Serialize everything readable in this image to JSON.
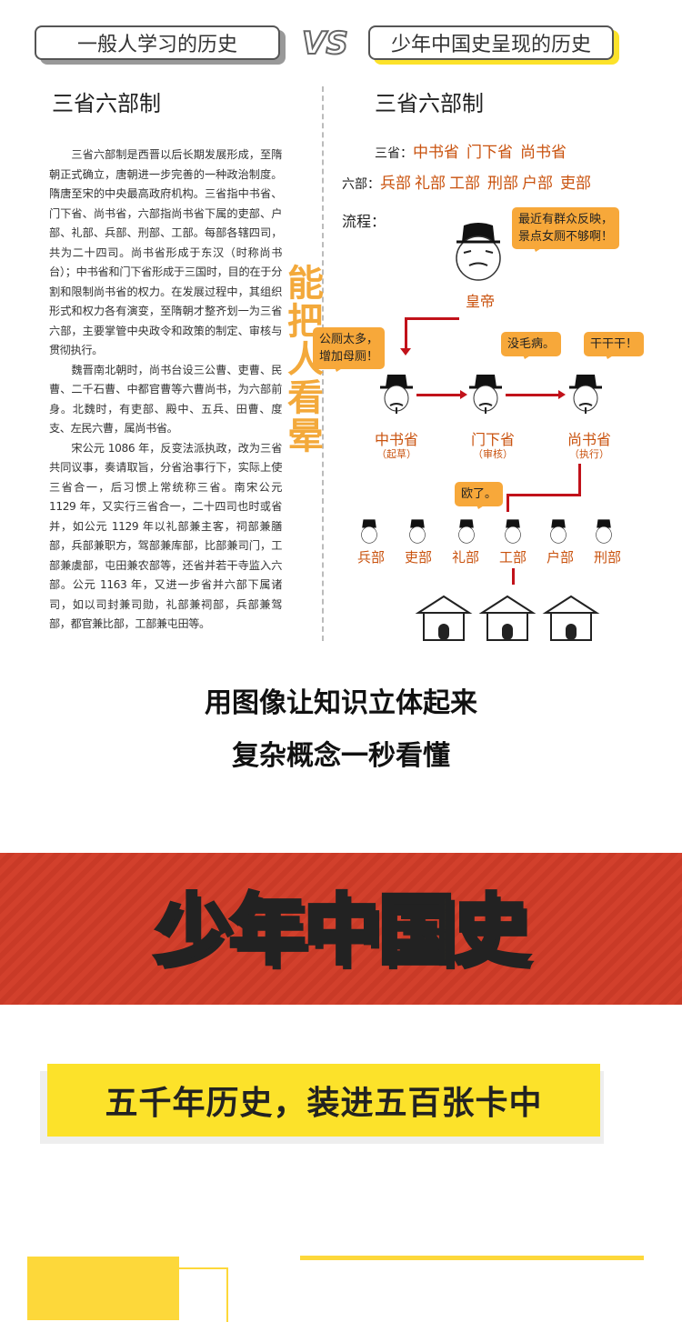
{
  "header": {
    "left_label": "一般人学习的历史",
    "vs": "VS",
    "right_label": "少年中国史呈现的历史"
  },
  "left": {
    "title": "三省六部制",
    "paragraphs": [
      "三省六部制是西晋以后长期发展形成，至隋朝正式确立，唐朝进一步完善的一种政治制度。隋唐至宋的中央最高政府机构。三省指中书省、门下省、尚书省，六部指尚书省下属的吏部、户部、礼部、兵部、刑部、工部。每部各辖四司，共为二十四司。尚书省形成于东汉（时称尚书台）；中书省和门下省形成于三国时，目的在于分割和限制尚书省的权力。在发展过程中，其组织形式和权力各有演变，至隋朝才整齐划一为三省六部，主要掌管中央政令和政策的制定、审核与贯彻执行。",
      "魏晋南北朝时，尚书台设三公曹、吏曹、民曹、二千石曹、中都官曹等六曹尚书，为六部前身。北魏时，有吏部、殿中、五兵、田曹、度支、左民六曹，属尚书省。",
      "宋公元 1086 年，反变法派执政，改为三省共同议事，奏请取旨，分省治事行下，实际上使三省合一，后习惯上常统称三省。南宋公元 1129 年，又实行三省合一，二十四司也时或省并，如公元 1129 年以礼部兼主客，祠部兼膳部，兵部兼职方，驾部兼库部，比部兼司门，工部兼虞部，屯田兼农部等，还省并若干寺监入六部。公元 1163 年，又进一步省并六部下属诸司，如以司封兼司勋，礼部兼祠部，兵部兼驾部，都官兼比部，工部兼屯田等。"
    ],
    "stamp": "能把人看晕"
  },
  "right": {
    "title": "三省六部制",
    "sansheng_label": "三省：",
    "sansheng": [
      "中书省",
      "门下省",
      "尚书省"
    ],
    "liubu_label": "六部：",
    "liubu": [
      "兵部",
      "礼部",
      "工部",
      "刑部",
      "户部",
      "吏部"
    ],
    "flow_label": "流程：",
    "emperor": "皇帝",
    "emperor_bubble": [
      "最近有群众反映，",
      "景点女厕不够啊！"
    ],
    "officials": [
      {
        "name": "中书省",
        "role": "（起草）"
      },
      {
        "name": "门下省",
        "role": "（审核）"
      },
      {
        "name": "尚书省",
        "role": "（执行）"
      }
    ],
    "bubbles": {
      "zhongshu": [
        "公厕太多，",
        "增加母厕！"
      ],
      "menxia": "没毛病。",
      "shangshu": "干干干！",
      "exec": "欧了。"
    },
    "ministries": [
      "兵部",
      "吏部",
      "礼部",
      "工部",
      "户部",
      "刑部"
    ]
  },
  "headline": [
    "用图像让知识立体起来",
    "复杂概念一秒看懂"
  ],
  "banner": {
    "white": "少年",
    "yellow": "中国史"
  },
  "slogan": "五千年历史，装进五百张卡中",
  "colors": {
    "accent": "#c9520e",
    "bubble": "#f7a83a",
    "yellow": "#fce22a",
    "banner_red": "#d2402c",
    "arrow": "#c1121a"
  }
}
